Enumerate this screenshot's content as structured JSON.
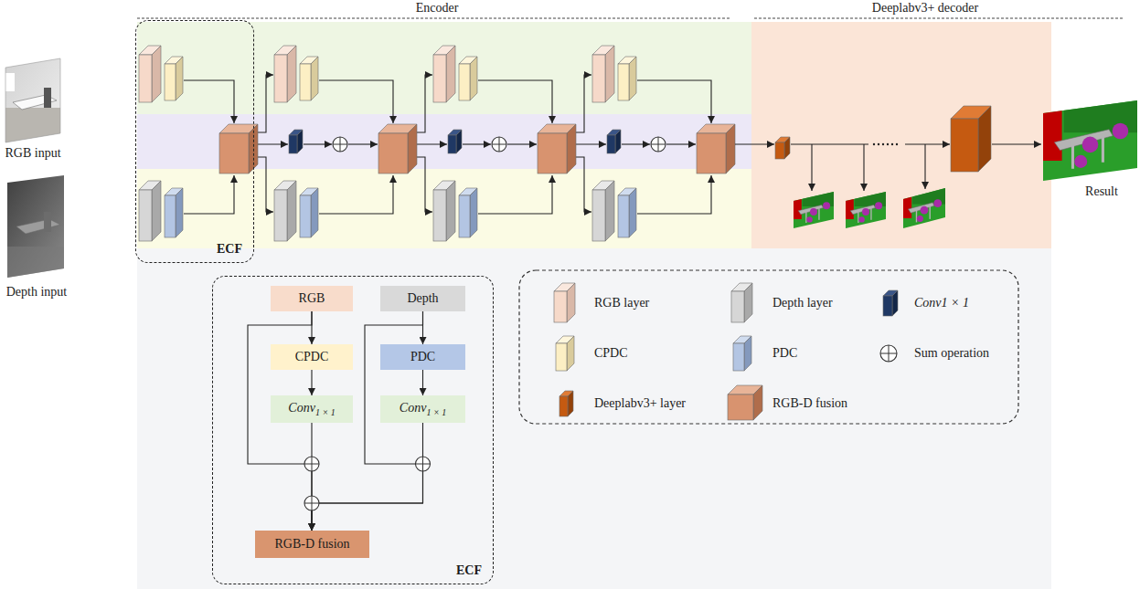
{
  "diagram": {
    "nodes": [
      {
        "text": [
          "ECF"
        ]
      },
      {
        "text": [
          "ECF"
        ]
      },
      {
        "text": [
          "RGB"
        ],
        "in": 1
      },
      {
        "text": [
          "CPDC"
        ],
        "in": 1
      },
      {
        "text": [
          "Conv",
          "1 × 1"
        ],
        "in": 1
      },
      {
        "text": [
          "Depth"
        ],
        "in": 1
      },
      {
        "text": [
          "PDC"
        ],
        "in": 1
      },
      {
        "text": [
          "Conv",
          "1 × 1"
        ],
        "in": 1
      },
      {
        "text": [
          "RGB-D fusion"
        ],
        "in": 1
      }
    ],
    "edges": [
      {
        "from": 2,
        "to": 3,
        "arrow": "to"
      },
      {
        "from": 3,
        "to": 4,
        "arrow": "to"
      },
      {
        "from": 5,
        "to": 6,
        "arrow": "to"
      },
      {
        "from": 6,
        "to": 7,
        "arrow": "to"
      },
      {
        "from": 2,
        "to": 8,
        "arrow": "to"
      },
      {
        "from": 4,
        "to": 8,
        "arrow": "to"
      },
      {
        "from": 5,
        "to": 8,
        "arrow": "to"
      },
      {
        "from": 7,
        "to": 8,
        "arrow": "to"
      }
    ],
    "labels": [
      "Encoder",
      "Deeplabv3+ decoder",
      "RGB input",
      "Depth input",
      "Result"
    ],
    "legend": [
      {
        "text": "RGB layer"
      },
      {
        "text": "Depth layer"
      },
      {
        "text": "Conv1 × 1"
      },
      {
        "text": "CPDC"
      },
      {
        "text": "PDC"
      },
      {
        "text": "Sum operation"
      },
      {
        "text": "Deeplabv3+ layer"
      },
      {
        "text": "RGB-D fusion"
      }
    ]
  }
}
